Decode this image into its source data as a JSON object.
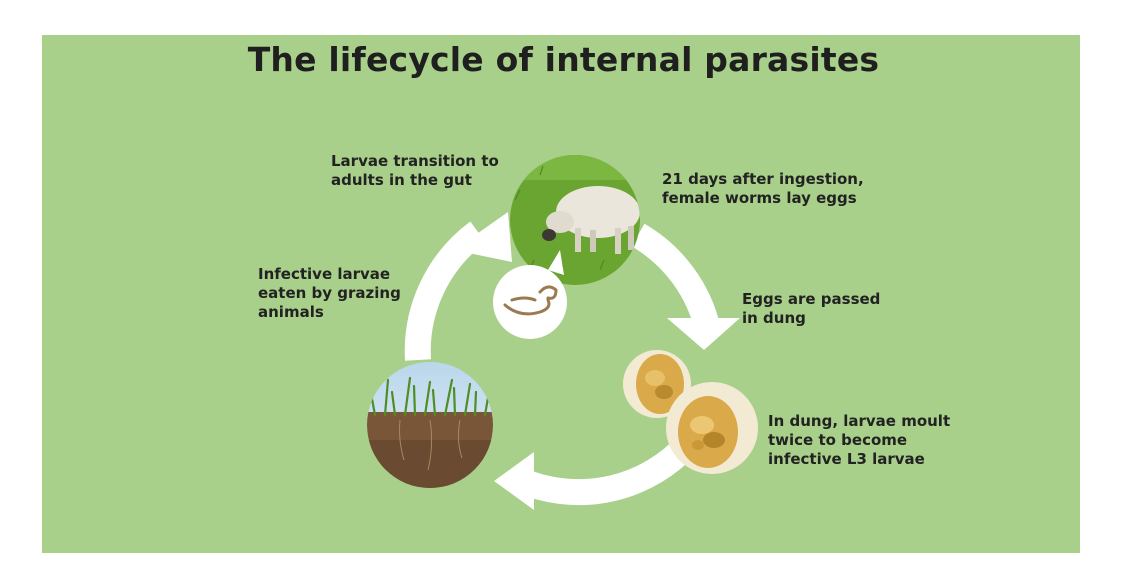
{
  "title": "The lifecycle of internal parasites",
  "labels": {
    "larvae_transition": "Larvae transition to\nadults in the gut",
    "days_after": "21 days after ingestion,\nfemale worms lay eggs",
    "infective_eaten": "Infective larvae\neaten by grazing\nanimals",
    "eggs_passed": "Eggs are passed\nin dung",
    "dung_moult": "In dung, larvae moult\ntwice to become\ninfective L3 larvae"
  },
  "colors": {
    "panel": "#a8d08a",
    "ring": "#ffffff",
    "grass": "#5e9c2c",
    "soil": "#7a5638",
    "sheep": "#e8e4da",
    "egg": "#d9a94a"
  },
  "icons": {
    "sheep": "sheep-grazing-icon",
    "worm": "larva-worm-icon",
    "eggs": "parasite-eggs-icon",
    "soil": "pasture-soil-icon"
  }
}
